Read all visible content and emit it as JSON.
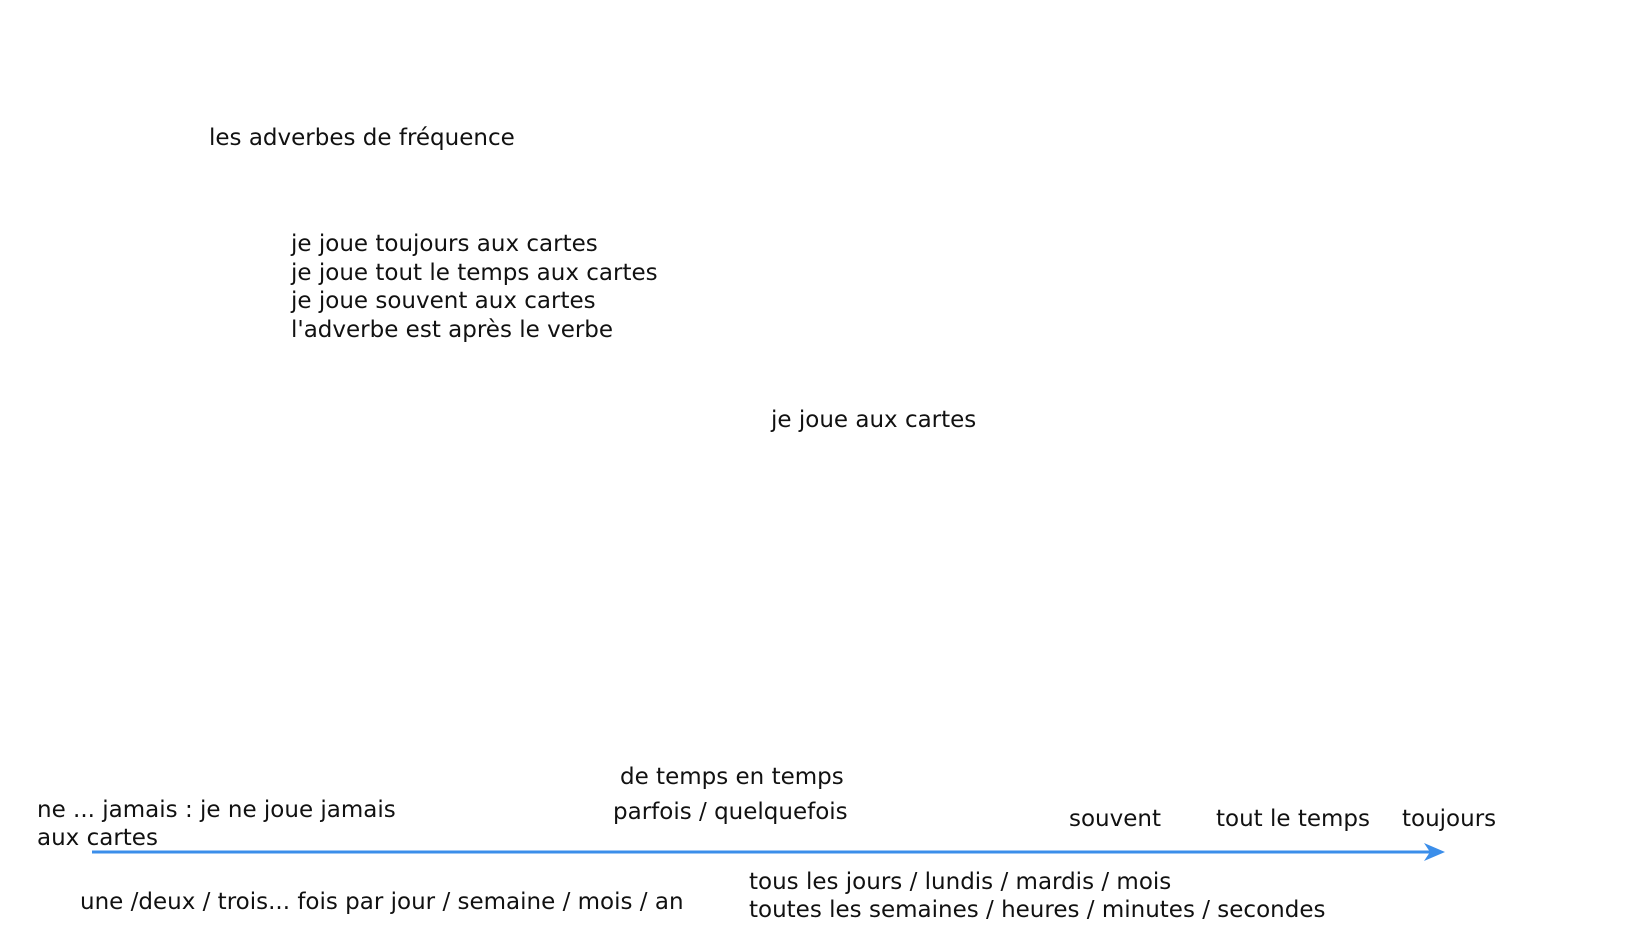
{
  "title": "les adverbes de fréquence",
  "examples": {
    "lines": [
      "je joue toujours aux cartes",
      "je joue tout le temps aux cartes",
      "je joue souvent aux cartes",
      "l'adverbe est après le verbe"
    ]
  },
  "base_sentence": "je joue aux cartes",
  "scale": {
    "arrow_color": "#3b8eea",
    "never": {
      "line1": "ne ... jamais : je ne joue jamais",
      "line2": "aux cartes"
    },
    "sometimes": {
      "line1": "de temps en temps",
      "line2": "parfois / quelquefois"
    },
    "often": "souvent",
    "all_the_time": "tout le temps",
    "always": "toujours",
    "below_left": "une /deux / trois... fois par jour / semaine / mois / an",
    "below_right": {
      "line1": "tous les jours / lundis / mardis / mois",
      "line2": "toutes les semaines / heures / minutes / secondes"
    }
  }
}
